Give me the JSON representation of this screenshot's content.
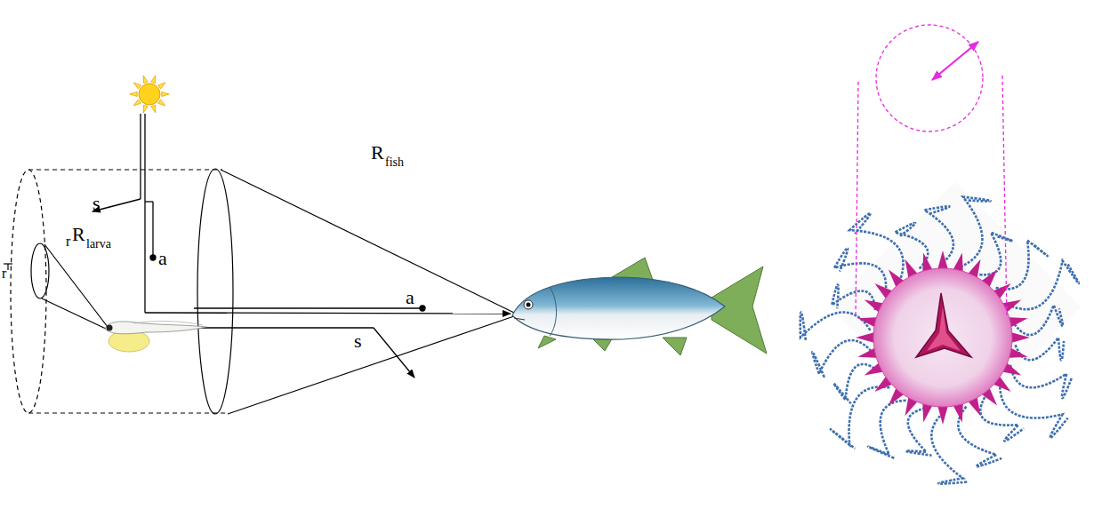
{
  "diagram": {
    "labels": [
      "s",
      "a",
      "R",
      "fish",
      "R",
      "larva",
      "r",
      "r",
      "a",
      "s"
    ]
  }
}
